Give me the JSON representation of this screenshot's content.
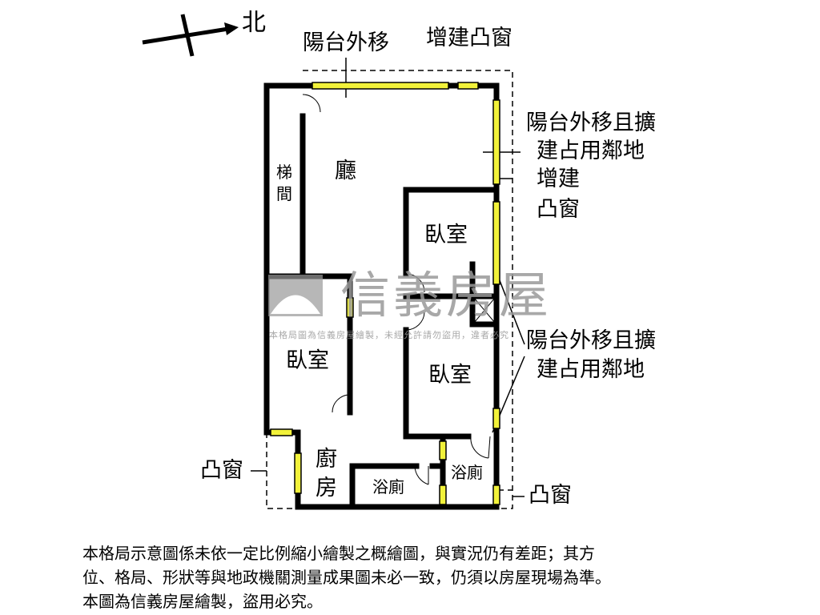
{
  "compass": {
    "north_label": "北"
  },
  "labels": {
    "balcony_moved": "陽台外移",
    "added_bay_window_top": "增建凸窗",
    "balcony_expand_top_1": "陽台外移且擴",
    "balcony_expand_top_2": "建占用鄰地",
    "added_bay_window_right_1": "增建",
    "added_bay_window_right_2": "凸窗",
    "stair_1": "梯",
    "stair_2": "間",
    "living_room": "廳",
    "bedroom_ne": "臥室",
    "bedroom_w": "臥室",
    "bedroom_s": "臥室",
    "balcony_expand_mid_1": "陽台外移且擴",
    "balcony_expand_mid_2": "建占用鄰地",
    "bay_window_left": "凸窗",
    "bay_window_right": "凸窗",
    "kitchen_1": "廚",
    "kitchen_2": "房",
    "bathroom_1": "浴廁",
    "bathroom_2": "浴廁"
  },
  "watermark": {
    "brand": "信義房屋",
    "notice": "本格局圖為信義房屋繪製，未經允許請勿盜用，違者必究"
  },
  "footer": {
    "line1": "本格局示意圖係未依一定比例縮小繪製之概繪圖，與實況仍有差距；其方",
    "line2": "位、格局、形狀等與地政機關測量成果圖未必一致，仍須以房屋現場為準。",
    "line3": "本圖為信義房屋繪製，盜用必究。"
  },
  "colors": {
    "wall": "#000000",
    "window": "#f2f23a",
    "watermark": "#9a9a9a"
  }
}
